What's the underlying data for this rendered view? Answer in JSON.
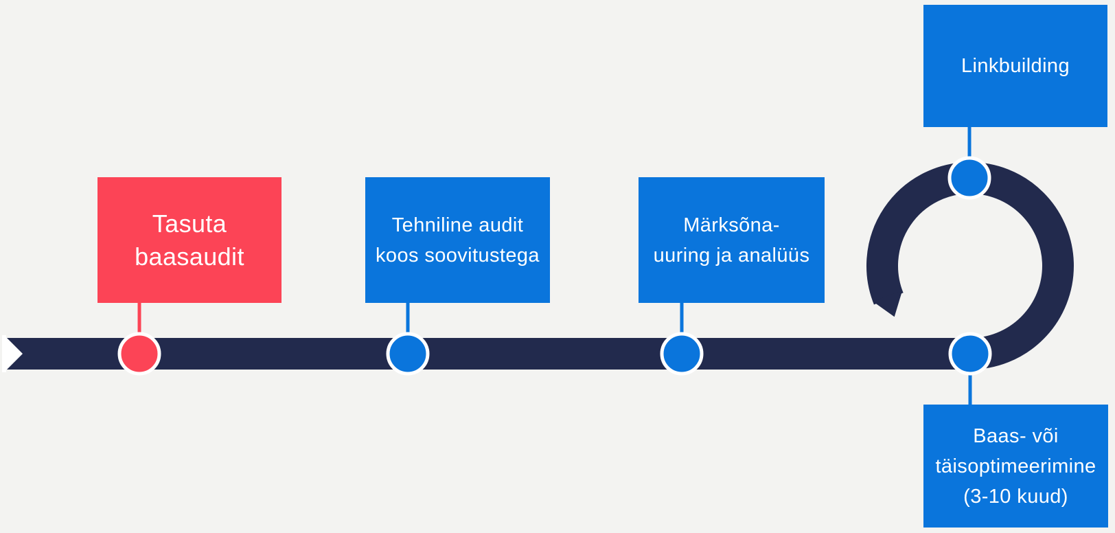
{
  "colors": {
    "background": "#F3F3F1",
    "timeline_navy": "#222A4D",
    "accent_blue": "#0A75DC",
    "accent_red": "#FC4456",
    "node_ring_white": "#FFFFFF",
    "text_white": "#FFFFFF"
  },
  "timeline": {
    "steps": [
      {
        "lines": [
          "Tasuta",
          "baasaudit"
        ],
        "box_color": "#FC4456",
        "node_color": "#FC4456"
      },
      {
        "lines": [
          "Tehniline audit",
          "koos soovitustega"
        ],
        "box_color": "#0A75DC",
        "node_color": "#0A75DC"
      },
      {
        "lines": [
          "Märksõna-",
          "uuring ja analüüs"
        ],
        "box_color": "#0A75DC",
        "node_color": "#0A75DC"
      },
      {
        "lines": [
          "Linkbuilding"
        ],
        "box_color": "#0A75DC",
        "node_color": "#0A75DC"
      },
      {
        "lines": [
          "Baas- või",
          "täisoptimeerimine",
          "(3-10 kuud)"
        ],
        "box_color": "#0A75DC",
        "node_color": "#0A75DC"
      }
    ]
  }
}
